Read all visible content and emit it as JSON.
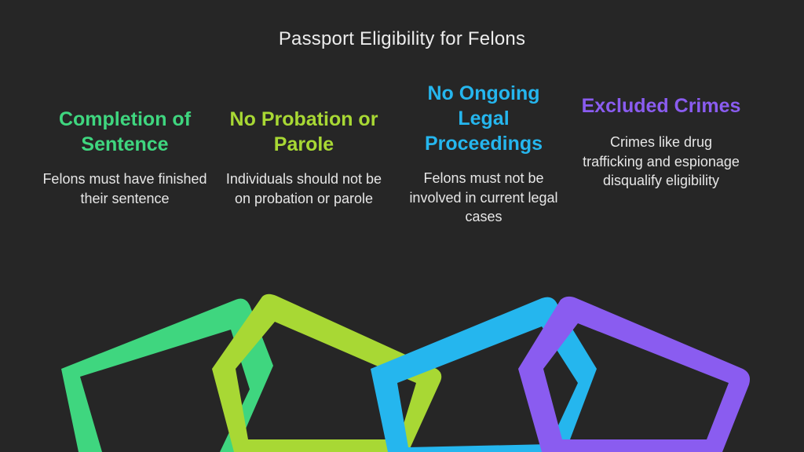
{
  "title": "Passport Eligibility for Felons",
  "columns": [
    {
      "heading": "Completion of Sentence",
      "description": "Felons must have finished their sentence",
      "color": "#3fd67f"
    },
    {
      "heading": "No Probation or Parole",
      "description": "Individuals should not be on probation or parole",
      "color": "#a8d834"
    },
    {
      "heading": "No Ongoing Legal Proceedings",
      "description": "Felons must not be involved in current legal cases",
      "color": "#25b6ee"
    },
    {
      "heading": "Excluded Crimes",
      "description": "Crimes like drug trafficking and espionage disqualify eligibility",
      "color": "#8a5cf0"
    }
  ]
}
